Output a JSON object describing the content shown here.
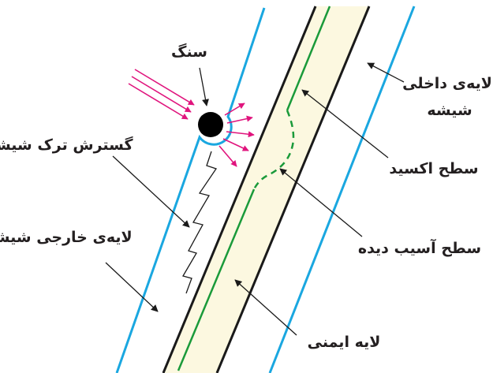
{
  "labels": {
    "stone": "سنگ",
    "inner_layer_line1": "لایه‌ی داخلی",
    "inner_layer_line2": "شیشه",
    "crack": "گسترش ترک شیشه",
    "oxidized": "سطح اکسید",
    "outer_layer": "لایه‌ی خارجی شیشه",
    "damaged": "سطح آسیب دیده",
    "safety_layer": "لایه ایمنی"
  },
  "colors": {
    "glass_line": "#1aa7e0",
    "layer_border": "#1a1a1a",
    "safety_fill": "#fcf8e0",
    "oxide_line": "#1a9a3a",
    "force_arrows": "#e0147d",
    "stone": "#000000",
    "text": "#231f20"
  }
}
